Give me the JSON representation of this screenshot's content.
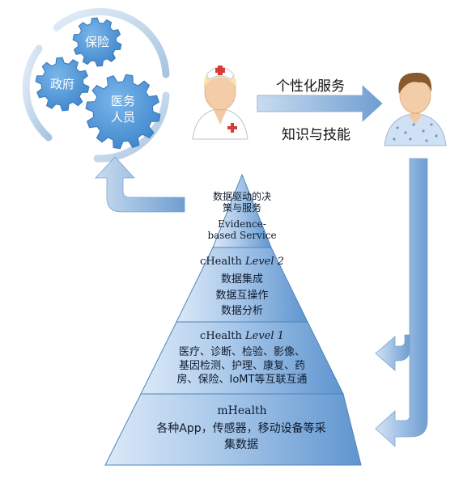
{
  "gears": {
    "insurance": "保险",
    "government": "政府",
    "medical_staff_line1": "医务",
    "medical_staff_line2": "人员"
  },
  "right_arrow": {
    "top": "个性化服务",
    "bottom": "知识与技能"
  },
  "pyramid": {
    "top": {
      "cn_line1": "数据驱动的决",
      "cn_line2": "策与服务",
      "en_line1": "Evidence-",
      "en_line2": "based Service"
    },
    "level2": {
      "title_prefix": "cHealth ",
      "title_level": "Level 2",
      "items": [
        "数据集成",
        "数据互操作",
        "数据分析"
      ]
    },
    "level1": {
      "title_prefix": "cHealth ",
      "title_level": "Level 1",
      "line1": "医疗、诊断、检验、影像、",
      "line2": "基因检测、护理、康复、药",
      "line3": "房、保险、IoMT等互联互通"
    },
    "base": {
      "title": "mHealth",
      "line1": "各种App，传感器，移动设备等采",
      "line2": "集数据"
    }
  },
  "icons": {
    "doctor": "nurse-doctor-icon",
    "patient": "patient-icon"
  },
  "colors": {
    "gear": "#5aa0dd",
    "pyramid_light": "#c8def3",
    "pyramid_dark": "#6a9fd4",
    "arrow": "#8fb6de"
  }
}
